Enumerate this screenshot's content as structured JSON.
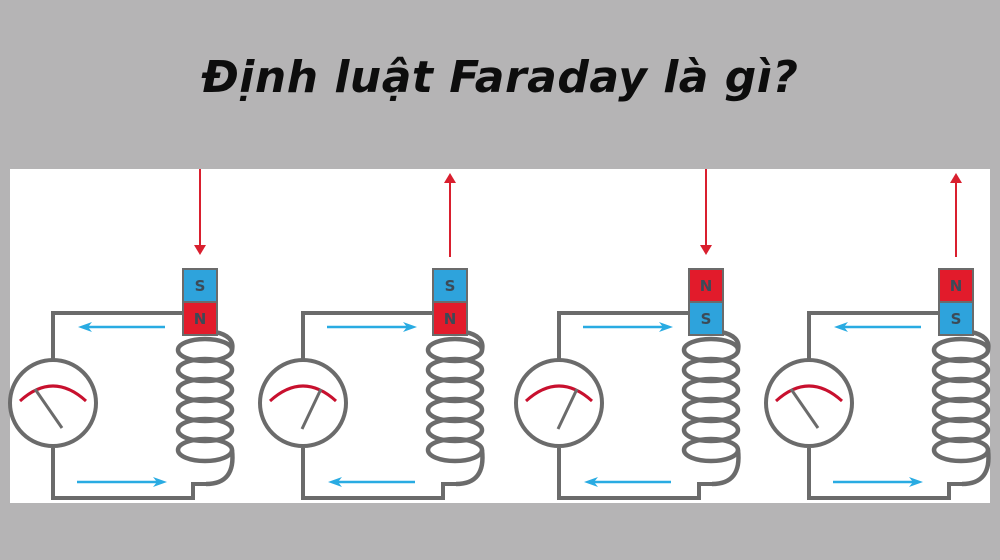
{
  "title": "Định luật Faraday là gì?",
  "colors": {
    "background": "#b5b4b5",
    "panel": "#ffffff",
    "wire": "#6b6b6b",
    "magnet_north": "#e21b2b",
    "magnet_south": "#2ea3dc",
    "motion_arrow": "#d91f2e",
    "current_arrow": "#29abe2",
    "meter_scale": "#c8102e"
  },
  "diagrams": [
    {
      "id": 1,
      "magnet_top": "S",
      "magnet_bottom": "N",
      "motion": "down",
      "top_current": "left",
      "bottom_current": "right",
      "needle": "left"
    },
    {
      "id": 2,
      "magnet_top": "S",
      "magnet_bottom": "N",
      "motion": "up",
      "top_current": "right",
      "bottom_current": "left",
      "needle": "right"
    },
    {
      "id": 3,
      "magnet_top": "N",
      "magnet_bottom": "S",
      "motion": "down",
      "top_current": "right",
      "bottom_current": "left",
      "needle": "right"
    },
    {
      "id": 4,
      "magnet_top": "N",
      "magnet_bottom": "S",
      "motion": "up",
      "top_current": "left",
      "bottom_current": "right",
      "needle": "left"
    }
  ]
}
